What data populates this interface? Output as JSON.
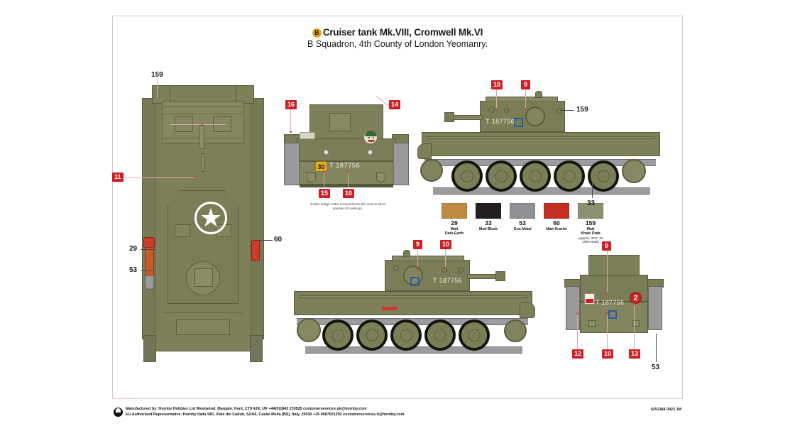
{
  "header": {
    "option_badge": "B",
    "title": "Cruiser tank Mk.VIII, Cromwell Mk.VI",
    "subtitle": "B Squadron, 4th County of London Yeomanry."
  },
  "vehicle": {
    "serial": "T 187756",
    "bridge_class": "30",
    "body_color": "#7e8059",
    "accent_red": "#cc2026",
    "accent_blue": "#2c5aa8",
    "star_color": "#ffffff"
  },
  "plan_view": {
    "callouts": [
      {
        "id": "159",
        "style": "plain"
      },
      {
        "id": "11",
        "style": "tag"
      },
      {
        "id": "29",
        "style": "plain"
      },
      {
        "id": "53",
        "style": "plain"
      },
      {
        "id": "60",
        "style": "plain"
      }
    ]
  },
  "front_view": {
    "callouts": [
      {
        "id": "16",
        "style": "tag"
      },
      {
        "id": "14",
        "style": "tag"
      },
      {
        "id": "15",
        "style": "tag"
      },
      {
        "id": "10",
        "style": "tag"
      }
    ],
    "serial": "T 187756",
    "bridge_class": "30",
    "note": "Cullins hedge-cutter removed from this view to show position of markings."
  },
  "side_view_top": {
    "callouts": [
      {
        "id": "10",
        "style": "tag"
      },
      {
        "id": "9",
        "style": "tag"
      },
      {
        "id": "159",
        "style": "plain"
      },
      {
        "id": "33",
        "style": "plain"
      }
    ],
    "serial": "T 187756"
  },
  "side_view_bottom": {
    "callouts": [
      {
        "id": "9",
        "style": "tag"
      },
      {
        "id": "10",
        "style": "tag"
      }
    ],
    "serial": "T 187756"
  },
  "rear_view": {
    "callouts": [
      {
        "id": "9",
        "style": "tag"
      },
      {
        "id": "12",
        "style": "tag"
      },
      {
        "id": "10",
        "style": "tag"
      },
      {
        "id": "13",
        "style": "tag"
      },
      {
        "id": "53",
        "style": "plain"
      }
    ],
    "serial": "T 187756",
    "div_sign_glyph": "2"
  },
  "legend": {
    "swatches": [
      {
        "num": "29",
        "name": "Matt\nDark Earth",
        "hex": "#bd8b42",
        "note": ""
      },
      {
        "num": "33",
        "name": "Matt Black",
        "hex": "#231f20",
        "note": ""
      },
      {
        "num": "53",
        "name": "Gun Metal",
        "hex": "#8e9094",
        "note": ""
      },
      {
        "num": "60",
        "name": "Matt Scarlet",
        "hex": "#c32f24",
        "note": ""
      },
      {
        "num": "159",
        "name": "Matt\nKhaki Drab",
        "hex": "#8d9070",
        "note": "(approx. SCC 15\nOlive Drab)"
      }
    ]
  },
  "footer": {
    "line1": "Manufactured by: Hornby Hobbies Ltd Westwood, Margate, Kent, CT9 4JX, UK +44(0)1843 233525 customerservices.uk@hornby.com",
    "line2": "EU Authorised Representative: Hornby Italia SRL Viale dei Caduti, 52/A6, Castel Mella (BS), Italy, 25030 +39 0687501292 customerservices.it@hornby.com",
    "code": "6/A1384 0923 JM"
  }
}
